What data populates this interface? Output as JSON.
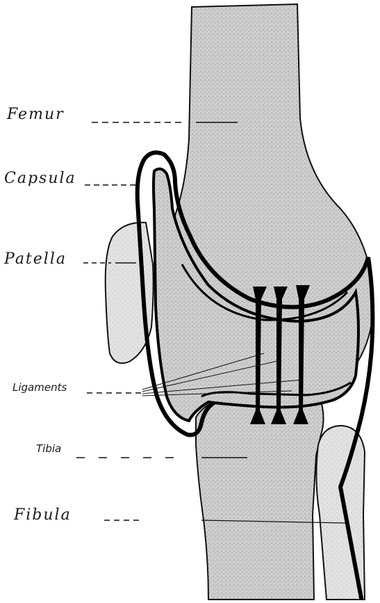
{
  "labels": {
    "femur": "Femur",
    "capsula": "Capsula",
    "patella": "Patella",
    "ligaments": "Ligaments",
    "tibia": "Tibia",
    "fibula": "Fibula"
  },
  "colors": {
    "ink": "#111111",
    "bone_fill": "#c9c9c9",
    "bone_fill_light": "#dedede",
    "paper": "#ffffff"
  }
}
